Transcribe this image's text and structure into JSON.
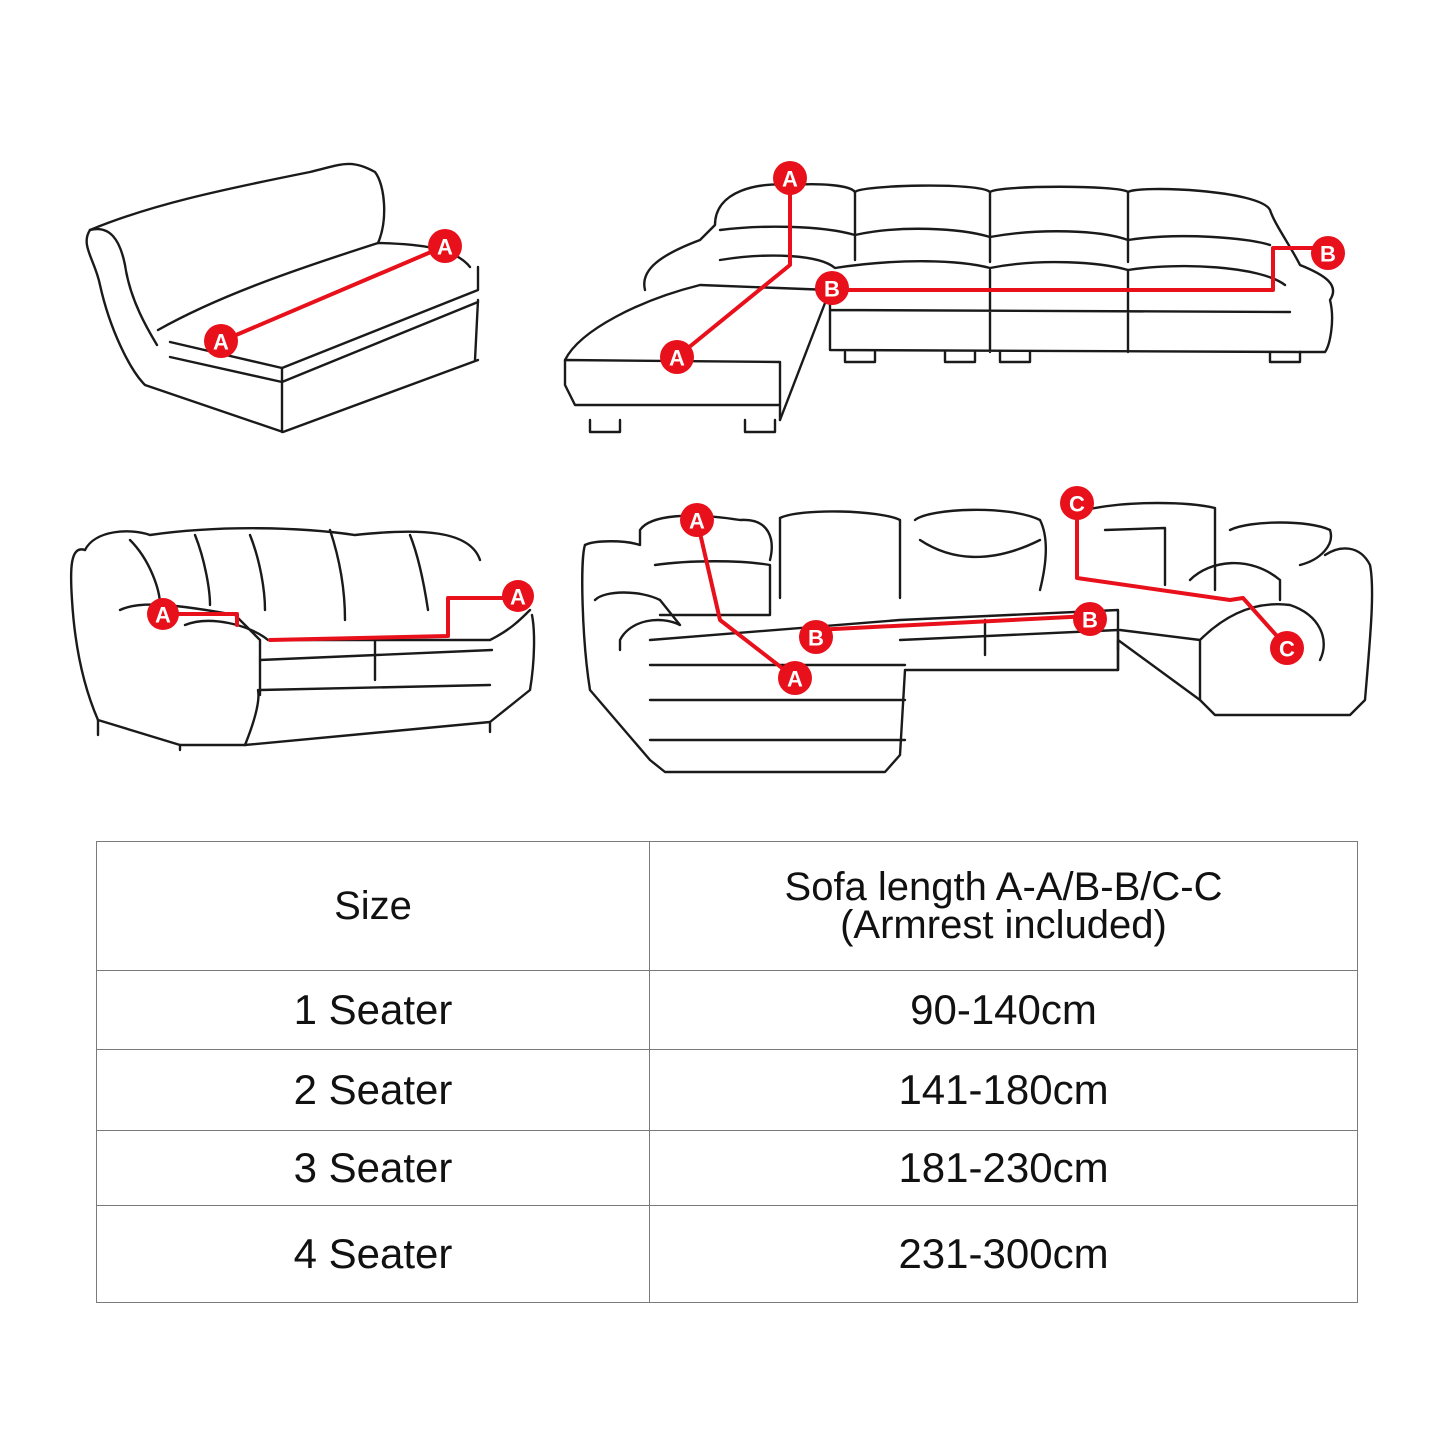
{
  "diagrams": {
    "marker_color": "#e8101a",
    "outline_color": "#1a1a1a",
    "items": [
      {
        "name": "armless-sofa",
        "markers": [
          "A",
          "A"
        ]
      },
      {
        "name": "l-shape-sectional",
        "markers": [
          "A",
          "A",
          "B",
          "B"
        ]
      },
      {
        "name": "two-cushion-sofa",
        "markers": [
          "A",
          "A"
        ]
      },
      {
        "name": "u-shape-sectional",
        "markers": [
          "A",
          "A",
          "B",
          "B",
          "C",
          "C"
        ]
      }
    ]
  },
  "table": {
    "headers": {
      "size": "Size",
      "length_line1": "Sofa length A-A/B-B/C-C",
      "length_line2": "(Armrest included)"
    },
    "rows": [
      {
        "size": "1 Seater",
        "length": "90-140cm"
      },
      {
        "size": "2 Seater",
        "length": "141-180cm"
      },
      {
        "size": "3 Seater",
        "length": "181-230cm"
      },
      {
        "size": "4 Seater",
        "length": "231-300cm"
      }
    ]
  }
}
